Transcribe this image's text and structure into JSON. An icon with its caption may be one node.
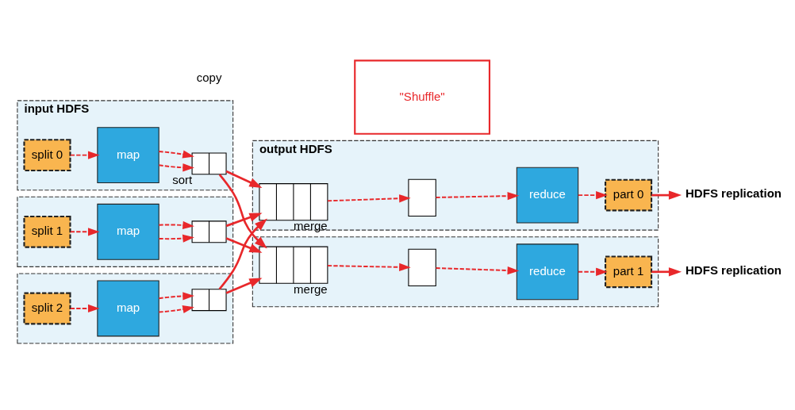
{
  "diagram": {
    "nodes": [
      {
        "text": [
          "input HDFS"
        ]
      },
      {
        "text": [
          "split 0"
        ],
        "in": 0
      },
      {
        "text": [
          "map"
        ],
        "in": 0
      },
      {
        "text": [],
        "shape": "box",
        "in": 0,
        "beside": [
          "sort"
        ]
      },
      {
        "text": [],
        "shape": "box"
      },
      {
        "text": [
          "split 1"
        ],
        "in": 4
      },
      {
        "text": [
          "map"
        ],
        "in": 4
      },
      {
        "text": [],
        "shape": "box",
        "in": 4
      },
      {
        "text": [],
        "shape": "box"
      },
      {
        "text": [
          "split 2"
        ],
        "in": 8
      },
      {
        "text": [
          "map"
        ],
        "in": 8
      },
      {
        "text": [],
        "shape": "box",
        "in": 8
      },
      {
        "text": [
          "output HDFS"
        ]
      },
      {
        "text": [],
        "shape": "box",
        "in": 12,
        "beside": [
          "merge"
        ]
      },
      {
        "text": [],
        "shape": "box",
        "in": 12
      },
      {
        "text": [
          "reduce"
        ],
        "in": 12
      },
      {
        "text": [
          "part 0"
        ],
        "in": 12
      },
      {
        "text": [],
        "shape": "box"
      },
      {
        "text": [],
        "shape": "box",
        "in": 17,
        "beside": [
          "merge"
        ]
      },
      {
        "text": [],
        "shape": "box",
        "in": 17
      },
      {
        "text": [
          "reduce"
        ],
        "in": 17
      },
      {
        "text": [
          "part 1"
        ],
        "in": 17
      },
      {
        "text": [
          "HDFS replication"
        ]
      },
      {
        "text": [
          "HDFS replication"
        ]
      },
      {
        "text": [
          "\"Shuffle\""
        ]
      }
    ],
    "edges": [
      {
        "from": 1,
        "to": 2,
        "arrow": "to",
        "style": "dashed"
      },
      {
        "from": 2,
        "to": 3,
        "arrow": "to",
        "style": "dashed"
      },
      {
        "from": 2,
        "to": 3,
        "arrow": "to",
        "style": "dashed"
      },
      {
        "from": 5,
        "to": 6,
        "arrow": "to",
        "style": "dashed"
      },
      {
        "from": 6,
        "to": 7,
        "arrow": "to",
        "style": "dashed"
      },
      {
        "from": 6,
        "to": 7,
        "arrow": "to",
        "style": "dashed"
      },
      {
        "from": 9,
        "to": 10,
        "arrow": "to",
        "style": "dashed"
      },
      {
        "from": 10,
        "to": 11,
        "arrow": "to",
        "style": "dashed"
      },
      {
        "from": 10,
        "to": 11,
        "arrow": "to",
        "style": "dashed"
      },
      {
        "from": 3,
        "to": 13,
        "arrow": "to"
      },
      {
        "from": 3,
        "to": 18,
        "arrow": "to"
      },
      {
        "from": 7,
        "to": 13,
        "arrow": "to"
      },
      {
        "from": 7,
        "to": 18,
        "arrow": "to"
      },
      {
        "from": 11,
        "to": 13,
        "arrow": "to"
      },
      {
        "from": 11,
        "to": 18,
        "arrow": "to"
      },
      {
        "from": 13,
        "to": 14,
        "arrow": "to",
        "style": "dashed"
      },
      {
        "from": 14,
        "to": 15,
        "arrow": "to",
        "style": "dashed"
      },
      {
        "from": 15,
        "to": 16,
        "arrow": "to",
        "style": "dashed"
      },
      {
        "from": 16,
        "to": 22,
        "arrow": "to"
      },
      {
        "from": 18,
        "to": 19,
        "arrow": "to",
        "style": "dashed"
      },
      {
        "from": 19,
        "to": 20,
        "arrow": "to",
        "style": "dashed"
      },
      {
        "from": 20,
        "to": 21,
        "arrow": "to",
        "style": "dashed"
      },
      {
        "from": 21,
        "to": 23,
        "arrow": "to"
      }
    ],
    "labels": [
      "copy"
    ]
  }
}
